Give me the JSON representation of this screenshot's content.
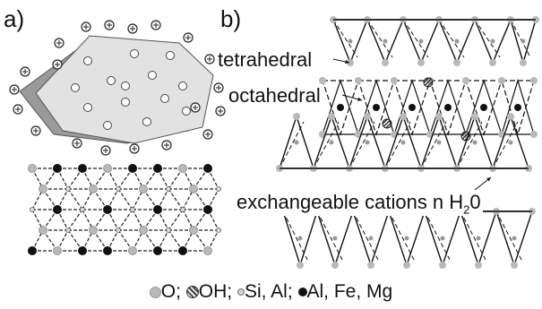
{
  "panels": {
    "a_label": "a)",
    "b_label": "b)"
  },
  "labels": {
    "tetrahedral": "tetrahedral",
    "octahedral": "octahedral",
    "exchange_text": "exchangeable cations n H",
    "exchange_sub": "2",
    "exchange_tail": "0"
  },
  "legend": {
    "o": "O; ",
    "oh": "OH; ",
    "si": "Si, Al; ",
    "al": "Al, Fe, Mg"
  },
  "colors": {
    "oxygen": "#b9b9b9",
    "octahedral_cation": "#111111",
    "platelet_front": "#e2e2e2",
    "platelet_back": "#9a9a9a"
  }
}
